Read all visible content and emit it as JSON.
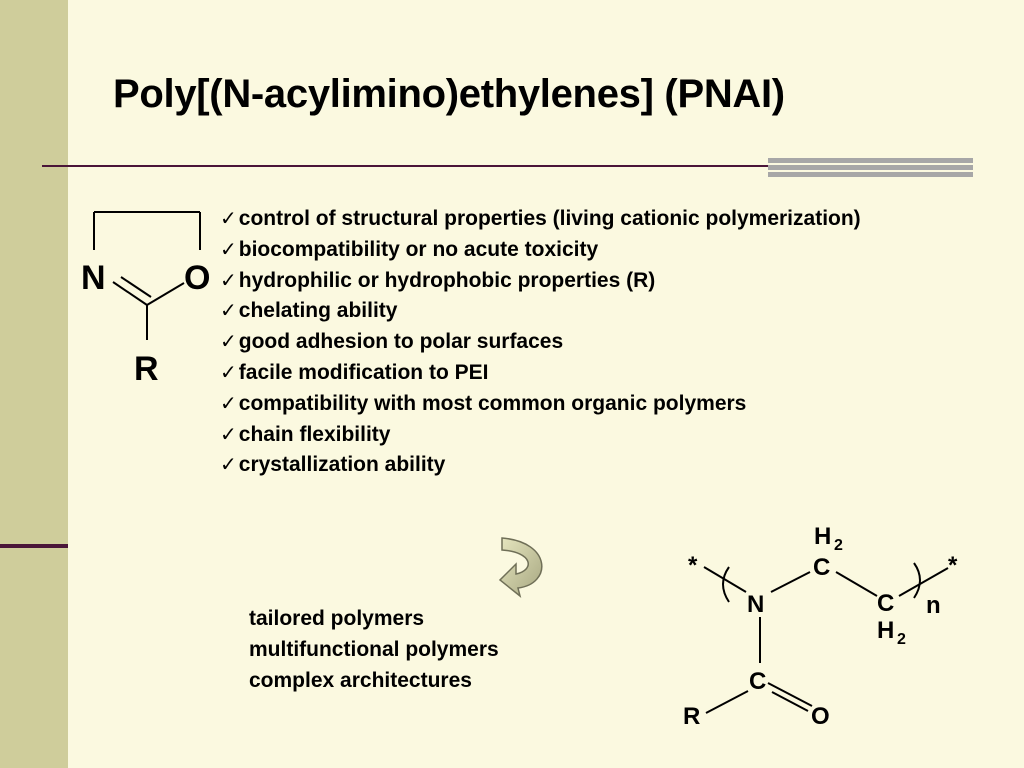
{
  "slide": {
    "title": "Poly[(N-acylimino)ethylenes] (PNAI)"
  },
  "oxazoline_structure": {
    "atom_n": "N",
    "atom_o": "O",
    "substituent": "R"
  },
  "properties": {
    "check_glyph": "✓",
    "items": [
      "control of structural properties (living cationic polymerization)",
      "biocompatibility or no acute toxicity",
      "hydrophilic or hydrophobic properties (R)",
      "chelating ability",
      "good adhesion to polar surfaces",
      "facile modification to PEI",
      "compatibility with most common organic polymers",
      "chain flexibility",
      "crystallization ability"
    ]
  },
  "arrow_icon": "curved-arrow-icon",
  "outcomes": [
    "tailored polymers",
    "multifunctional polymers",
    "complex architectures"
  ],
  "polymer_structure": {
    "end_left": "*",
    "end_right": "*",
    "atom_n": "N",
    "c_top": "C",
    "h_top": "H",
    "sub_top": "2",
    "c_right": "C",
    "h_bottom": "H",
    "sub_bottom": "2",
    "repeat": "n",
    "carbonyl_c": "C",
    "substituent": "R",
    "carbonyl_o": "O"
  },
  "colors": {
    "background": "#fbf9e0",
    "sidebar": "#cfcd9b",
    "accent": "#4a1538",
    "rule_gray": "#a7a7a7"
  }
}
